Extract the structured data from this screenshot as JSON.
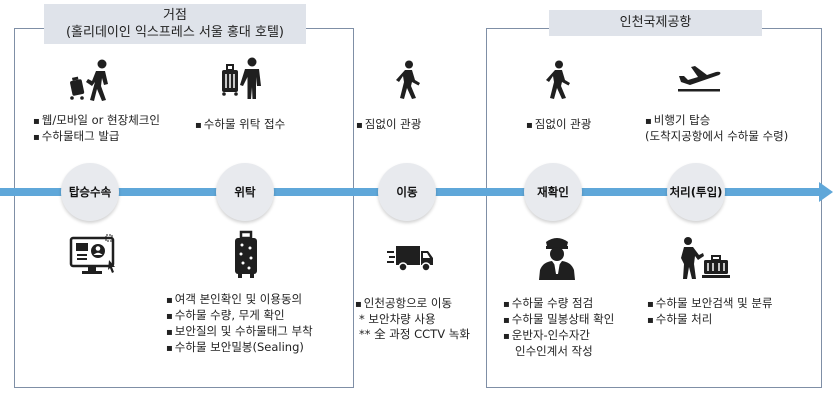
{
  "left_group": {
    "title_line1": "거점",
    "title_line2": "(홀리데이인 익스프레스 서울 홍대 호텔)"
  },
  "right_group": {
    "title": "인천국제공항"
  },
  "stages": [
    {
      "label": "탑승수속"
    },
    {
      "label": "위탁"
    },
    {
      "label": "이동"
    },
    {
      "label": "재확인"
    },
    {
      "label": "처리(투입)"
    }
  ],
  "top_texts": {
    "checkin": [
      "웹/모바일 or 현장체크인",
      "수하물태그 발급"
    ],
    "consign": [
      "수하물 위탁 접수"
    ],
    "move": [
      "짐없이 관광"
    ],
    "recheck": [
      "짐없이 관광"
    ],
    "process": [
      "비행기 탑승",
      "(도착지공항에서 수하물 수령)"
    ]
  },
  "bottom_texts": {
    "checkin": [],
    "consign": [
      "여객 본인확인 및 이용동의",
      "수하물 수량, 무게 확인",
      "보안질의 및 수하물태그 부착",
      "수하물 보안밀봉(Sealing)"
    ],
    "move": [
      "인천공항으로 이동",
      "*  보안차량 사용",
      "** 全 과정 CCTV 녹화"
    ],
    "recheck": [
      "수하물 수량 점검",
      "수하물 밀봉상태 확인",
      "운반자-인수자간",
      "인수인계서 작성"
    ],
    "process": [
      "수하물 보안검색 및 분류",
      "수하물 처리"
    ]
  },
  "icons": {
    "traveler": "traveler-with-luggage-icon",
    "consign": "people-with-luggage-icon",
    "walk_1": "walking-person-icon",
    "walk_2": "walking-person-icon",
    "airplane": "airplane-departure-icon",
    "web": "web-checkin-computer-icon",
    "suitcase": "tagged-suitcase-icon",
    "truck": "delivery-truck-icon",
    "officer": "security-officer-icon",
    "baggage": "baggage-handling-icon"
  },
  "colors": {
    "flow": "#5fa7d9",
    "box_border": "#7f8fa6",
    "title_bg": "#dfe3ea",
    "stage_bg": "#e8eaee",
    "icon": "#1f1f1f"
  }
}
